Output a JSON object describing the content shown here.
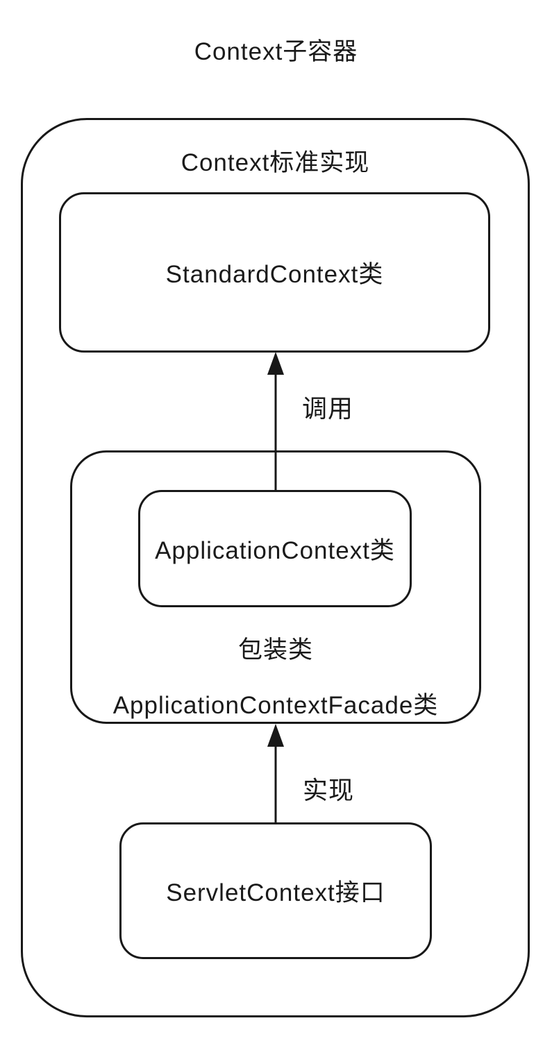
{
  "diagram": {
    "title": "Context子容器",
    "outer_container": {
      "label": "Context标准实现"
    },
    "nodes": {
      "standard_context": {
        "label": "StandardContext类"
      },
      "application_context": {
        "label": "ApplicationContext类"
      },
      "facade": {
        "wrapper_note": "包装类",
        "label": "ApplicationContextFacade类"
      },
      "servlet_context": {
        "label": "ServletContext接口"
      }
    },
    "arrows": [
      {
        "id": "call",
        "label": "调用",
        "from": "ApplicationContext类",
        "to": "StandardContext类"
      },
      {
        "id": "implement",
        "label": "实现",
        "from": "ServletContext接口",
        "to": "ApplicationContextFacade类"
      }
    ],
    "colors": {
      "line": "#181818",
      "text": "#1a1a1a",
      "background": "#ffffff"
    }
  }
}
